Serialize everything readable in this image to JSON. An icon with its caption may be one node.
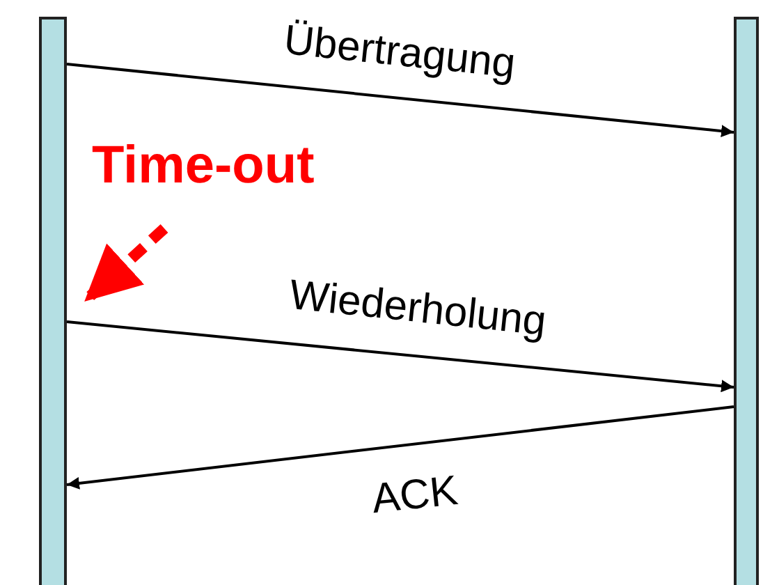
{
  "diagram": {
    "nodes": [
      {
        "text": [],
        "shape": "bar"
      },
      {
        "text": [],
        "shape": "bar"
      },
      {
        "text": [
          "Time-out"
        ]
      }
    ],
    "edges": [
      {
        "from": 0,
        "to": 1,
        "arrow": "to",
        "label": "Übertragung"
      },
      {
        "from": 2,
        "to": 0,
        "arrow": "to",
        "style": "dashed",
        "color": "#ff0000"
      },
      {
        "from": 0,
        "to": 1,
        "arrow": "to",
        "label": "Wiederholung"
      },
      {
        "from": 1,
        "to": 0,
        "arrow": "to",
        "label": "ACK"
      }
    ]
  }
}
